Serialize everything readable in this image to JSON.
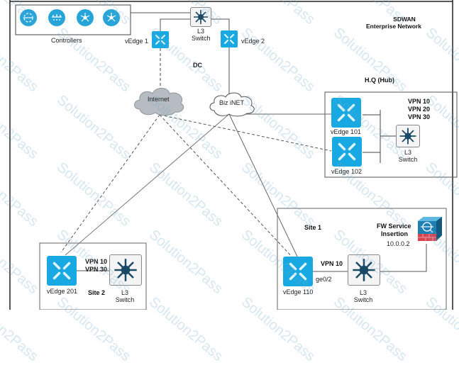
{
  "title": {
    "line1": "SDWAN",
    "line2": "Enterprise Network"
  },
  "controllers": {
    "label": "Controllers",
    "icons": [
      "vmanage-icon",
      "vbond-icon",
      "vsmart-icon",
      "vsmart-icon"
    ]
  },
  "dc": {
    "label": "DC",
    "l3_switch": {
      "line1": "L3",
      "line2": "Switch"
    },
    "vedge1": "vEdge 1",
    "vedge2": "vEdge 2"
  },
  "clouds": {
    "internet": "Internet",
    "biz_inet": "Biz iNET"
  },
  "hq": {
    "label": "H.Q (Hub)",
    "vpns": [
      "VPN 10",
      "VPN 20",
      "VPN 30"
    ],
    "vedge101": "vEdge 101",
    "vedge102": "vEdge 102",
    "l3_switch": {
      "line1": "L3",
      "line2": "Switch"
    }
  },
  "site1": {
    "label": "Site 1",
    "fw": {
      "line1": "FW Service",
      "line2": "Insertion",
      "ip": "10.0.0.2"
    },
    "vpn": "VPN 10",
    "interface": "ge0/2",
    "vedge": "vEdge 110",
    "l3_switch": {
      "line1": "L3",
      "line2": "Switch"
    }
  },
  "site2": {
    "label": "Site 2",
    "vpns": [
      "VPN 10",
      "VPN 30"
    ],
    "vedge": "vEdge 201",
    "l3_switch": {
      "line1": "L3",
      "line2": "Switch"
    }
  },
  "watermark": "Solution2Pass",
  "colors": {
    "router": "#19a9e2",
    "switch_icon": "#1b4a66",
    "controller": "#27a4d8",
    "internet_cloud": "#b6bcc2"
  }
}
